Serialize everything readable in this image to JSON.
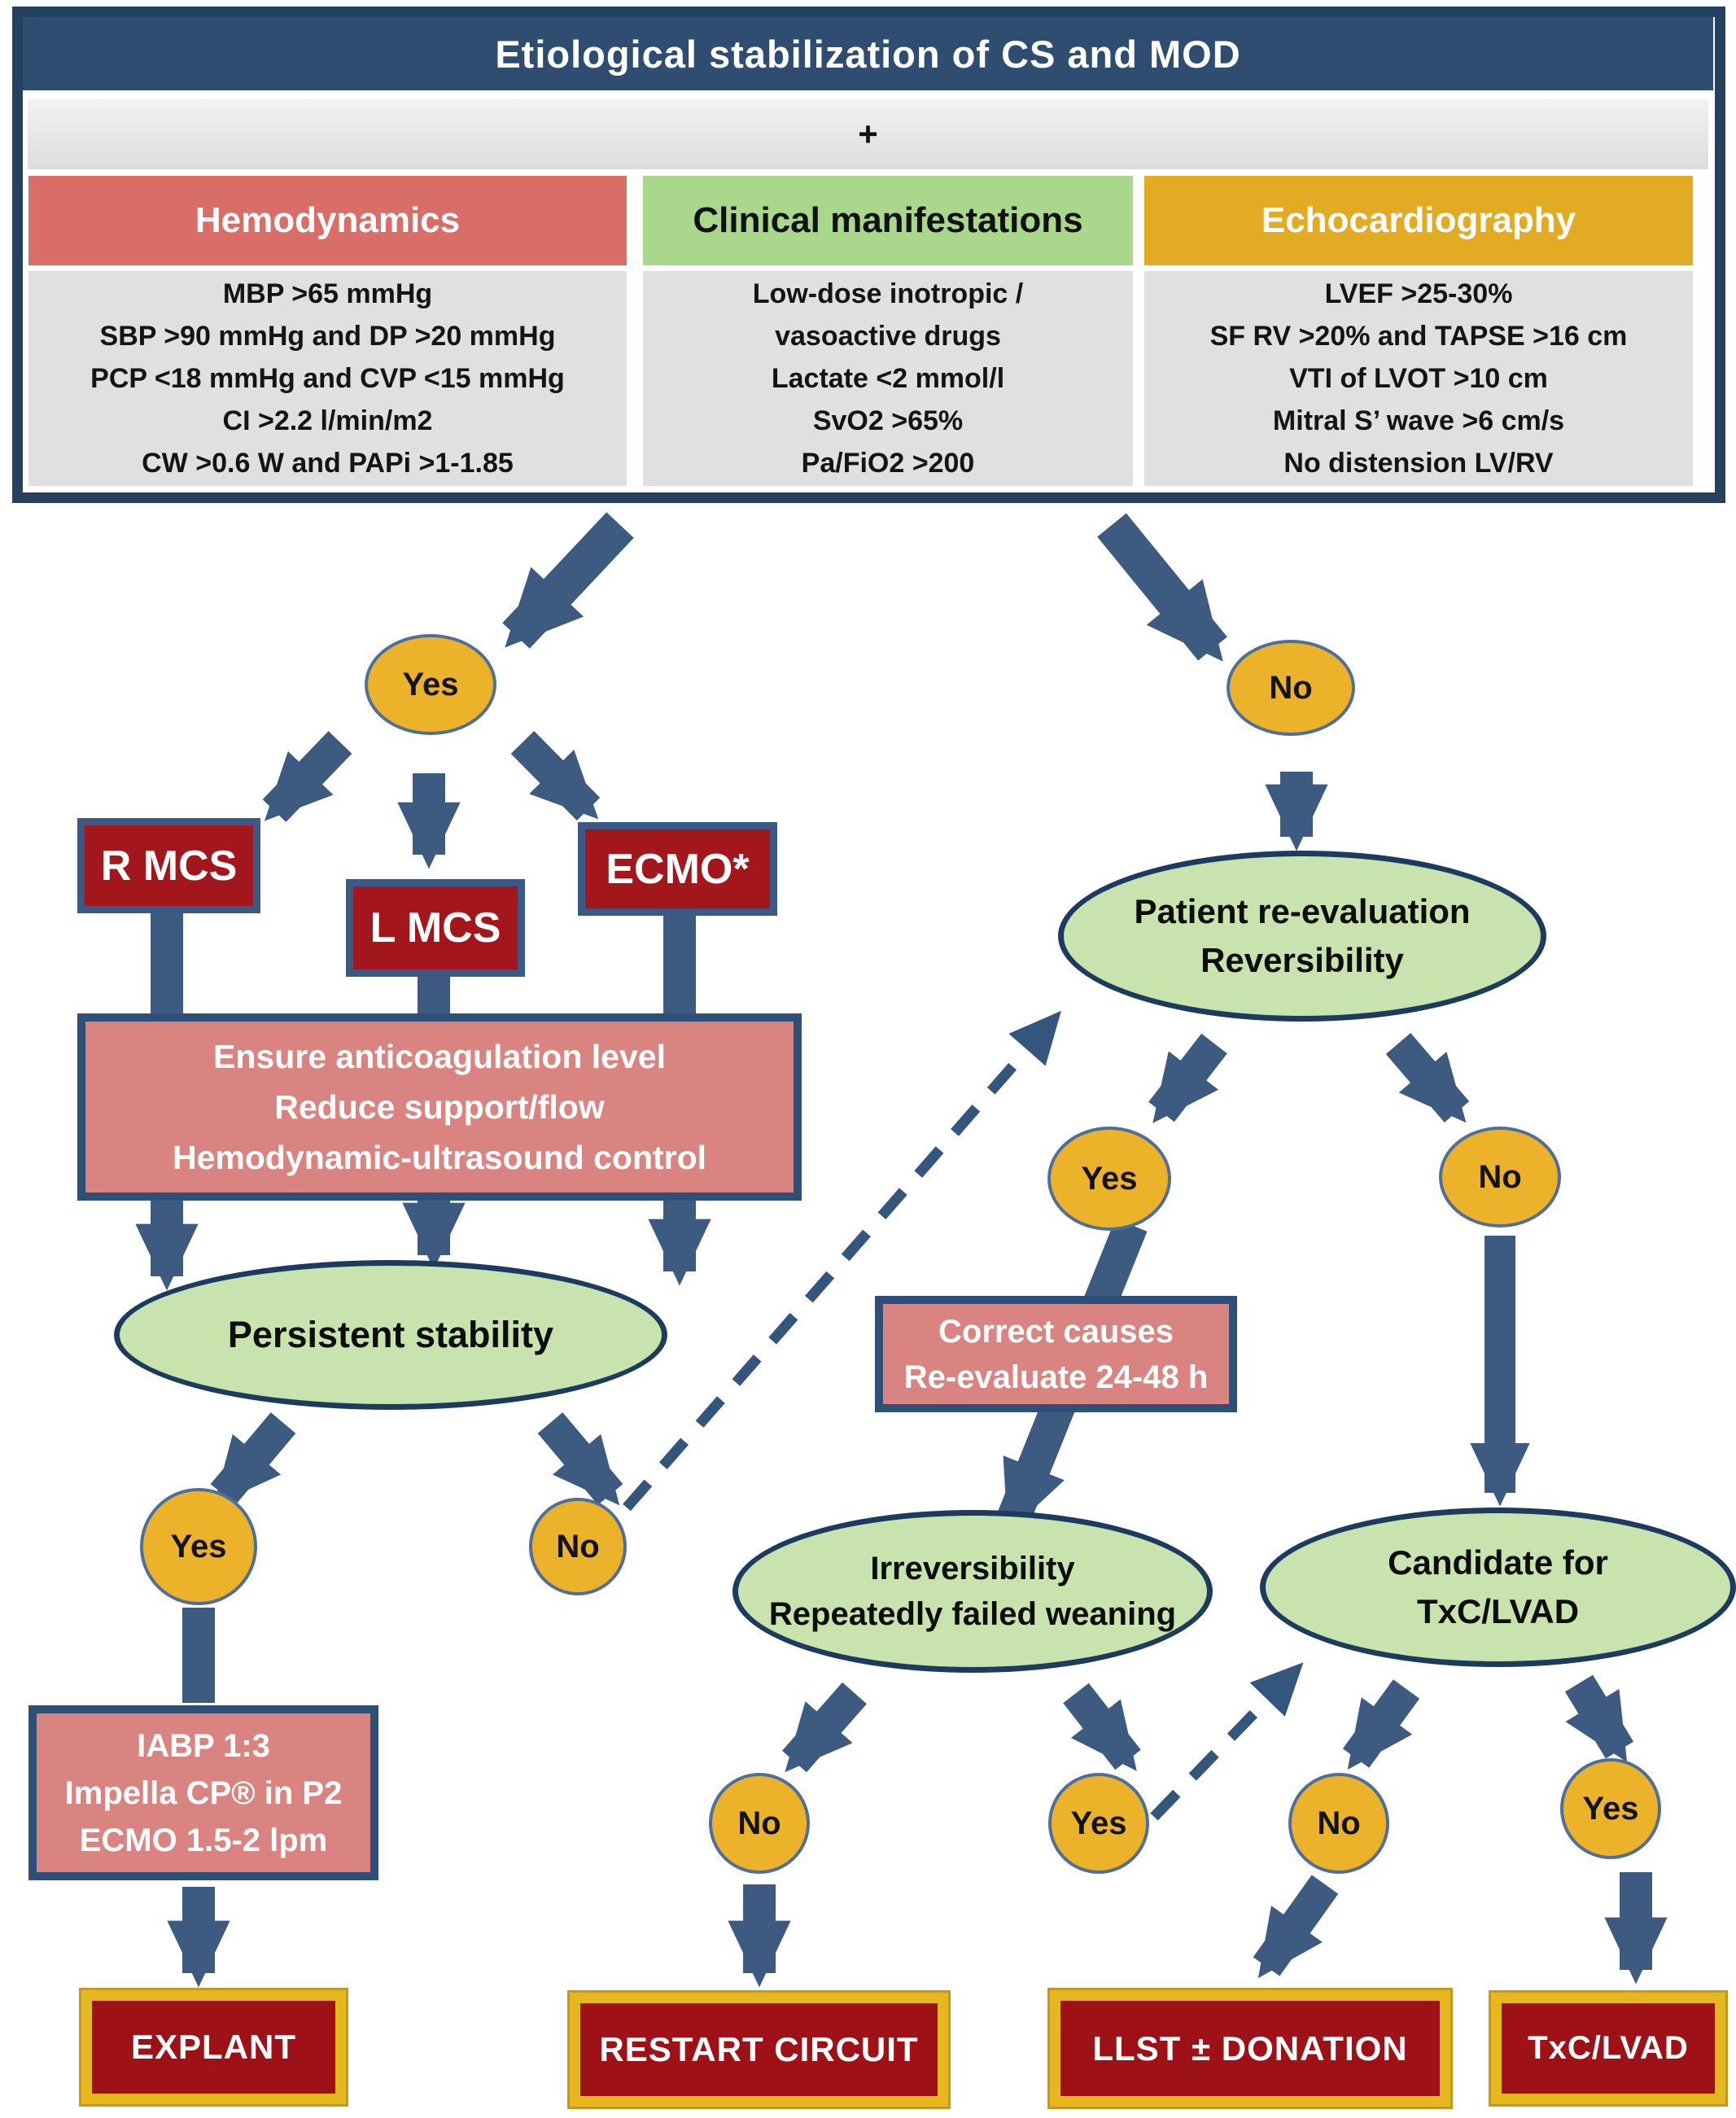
{
  "figure": {
    "title": "Etiological stabilization of CS and MOD",
    "plus_sign": "+"
  },
  "criteria_columns": [
    {
      "title": "Hemodynamics",
      "lines": [
        "MBP >65 mmHg",
        "SBP >90 mmHg and DP >20 mmHg",
        "PCP <18 mmHg and CVP <15 mmHg",
        "CI >2.2 l/min/m2",
        "CW >0.6 W and PAPi >1-1.85"
      ]
    },
    {
      "title": "Clinical manifestations",
      "lines": [
        "Low-dose inotropic /",
        "vasoactive drugs",
        "Lactate <2 mmol/l",
        "SvO2 >65%",
        "Pa/FiO2 >200"
      ]
    },
    {
      "title": "Echocardiography",
      "lines": [
        "LVEF >25-30%",
        "SF RV >20% and TAPSE >16 cm",
        "VTI of LVOT >10 cm",
        "Mitral S’ wave >6 cm/s",
        "No distension LV/RV"
      ]
    }
  ],
  "decisions": {
    "yes_main": "Yes",
    "no_main": "No",
    "yes_stability": "Yes",
    "no_stability": "No",
    "yes_reversibility": "Yes",
    "no_reversibility": "No",
    "no_irreversibility": "No",
    "yes_irreversibility": "Yes",
    "no_candidate": "No",
    "yes_candidate": "Yes"
  },
  "nodes": {
    "r_mcs": "R MCS",
    "l_mcs": "L MCS",
    "ecmo": "ECMO*",
    "weaning_protocol": [
      "Ensure anticoagulation level",
      "Reduce support/flow",
      "Hemodynamic-ultrasound control"
    ],
    "persistent_stability": "Persistent stability",
    "patient_reevaluation": [
      "Patient re-evaluation",
      "Reversibility"
    ],
    "correct_causes": [
      "Correct causes",
      "Re-evaluate 24-48 h"
    ],
    "irreversibility": [
      "Irreversibility",
      "Repeatedly failed weaning"
    ],
    "candidate": [
      "Candidate for",
      "TxC/LVAD"
    ],
    "minimal_support": [
      "IABP 1:3",
      "Impella CP® in P2",
      "ECMO 1.5-2 lpm"
    ]
  },
  "outcomes": {
    "explant": "EXPLANT",
    "restart": "RESTART CIRCUIT",
    "llst": "LLST ± DONATION",
    "txc_lvad": "TxC/LVAD"
  },
  "colors": {
    "table_border": "#24425f",
    "title_bg": "#2e4d71",
    "hemodynamics_bg": "#d96d68",
    "clinical_bg": "#a9d78b",
    "echocardiography_bg": "#e2ab23",
    "panel_bg": "#e0e0e0",
    "arrow": "#3d5b80",
    "decision_fill": "#ecb32a",
    "process_green": "#c8e3ae",
    "alert_red": "#a3161c",
    "outcome_red": "#9e1117",
    "outcome_border": "#e6b71f",
    "pink_bg": "#d98480",
    "node_border": "#2e4f78"
  }
}
